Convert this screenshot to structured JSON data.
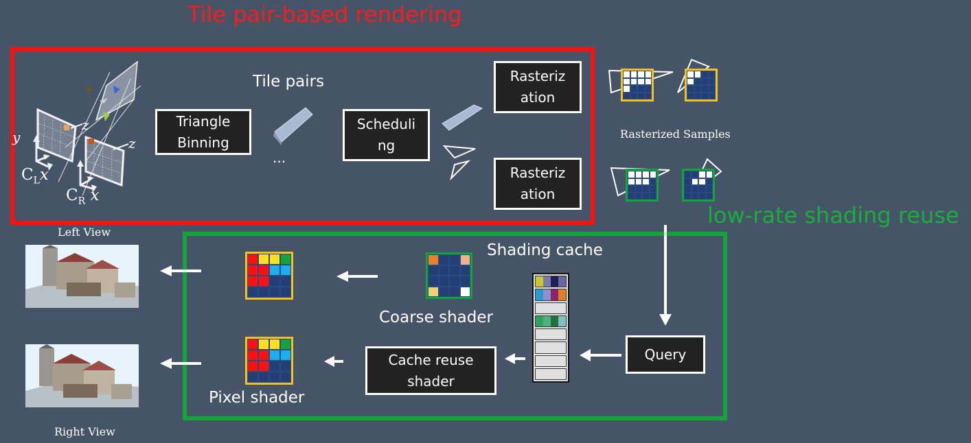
{
  "titles": {
    "tile_pair_rendering": "Tile pair-based rendering",
    "shading_reuse": "low-rate shading reuse"
  },
  "stage_a": {
    "tile_pairs": "Tile pairs",
    "triangle_binning": "Triangle Binning",
    "ellipsis": "...",
    "scheduling": "Scheduli ng",
    "rasterization_1": "Rasteriz ation",
    "rasterization_2": "Rasteriz ation"
  },
  "camera_labels": {
    "cl": "C",
    "cl_sub": "L",
    "cl_x": "x",
    "cr": "C",
    "cr_sub": "R",
    "cr_x": "x",
    "y": "y",
    "z1": "z",
    "z2": "z"
  },
  "samples": {
    "label": "Rasterized Samples"
  },
  "stage_b": {
    "shading_cache": "Shading cache",
    "coarse_shader": "Coarse shader",
    "cache_reuse_shader": "Cache reuse shader",
    "query": "Query",
    "pixel_shader": "Pixel shader"
  },
  "views": {
    "left": "Left View",
    "right": "Right View"
  },
  "colors": {
    "background": "#465468",
    "red_frame": "#ff1010",
    "green_frame": "#13a43b",
    "grid_blue": "#243f74",
    "tile_yellow": "#f4c21b",
    "tile_green": "#2aa04a"
  },
  "grids": {
    "output_left": [
      "#ff1010",
      "#ffe01a",
      "#ffe01a",
      "#13a43b",
      "#ff1010",
      "#ff1010",
      "#1ab0f0",
      "#1ab0f0",
      "#ff1010",
      "#ff1010",
      "#243f74",
      "#243f74",
      "#243f74",
      "#243f74",
      "#243f74",
      "#243f74"
    ],
    "output_right": [
      "#ff1010",
      "#ffe01a",
      "#ffe01a",
      "#13a43b",
      "#ff1010",
      "#ff1010",
      "#1ab0f0",
      "#1ab0f0",
      "#ff1010",
      "#ff1010",
      "#243f74",
      "#243f74",
      "#243f74",
      "#243f74",
      "#243f74",
      "#243f74"
    ],
    "coarse": [
      "#e8812a",
      "#243f74",
      "#243f74",
      "#f0b090",
      "#243f74",
      "#243f74",
      "#243f74",
      "#243f74",
      "#243f74",
      "#243f74",
      "#243f74",
      "#243f74",
      "#f0d070",
      "#243f74",
      "#243f74",
      "#ffffff"
    ],
    "sample_yellow_1": [
      "#ffffff",
      "#ffffff",
      "#ffffff",
      "#ffffff",
      "#ffffff",
      "#ffffff",
      "#ffffff",
      "#ffffff",
      "#ffffff",
      "#243f74",
      "#243f74",
      "#243f74",
      "#243f74",
      "#243f74",
      "#243f74",
      "#243f74"
    ],
    "sample_yellow_2": [
      "#ffffff",
      "#ffffff",
      "#243f74",
      "#243f74",
      "#ffffff",
      "#243f74",
      "#243f74",
      "#243f74",
      "#243f74",
      "#243f74",
      "#243f74",
      "#243f74",
      "#243f74",
      "#243f74",
      "#243f74",
      "#243f74"
    ],
    "sample_green_1": [
      "#ffffff",
      "#ffffff",
      "#ffffff",
      "#ffffff",
      "#ffffff",
      "#ffffff",
      "#ffffff",
      "#243f74",
      "#243f74",
      "#243f74",
      "#243f74",
      "#243f74",
      "#243f74",
      "#243f74",
      "#243f74",
      "#243f74"
    ],
    "sample_green_2": [
      "#243f74",
      "#243f74",
      "#ffffff",
      "#ffffff",
      "#243f74",
      "#ffffff",
      "#ffffff",
      "#243f74",
      "#243f74",
      "#243f74",
      "#243f74",
      "#243f74",
      "#243f74",
      "#243f74",
      "#243f74",
      "#243f74"
    ],
    "cache_rows": [
      [
        "#c8c830",
        "#7a7ab0",
        "#202050",
        "#6868a0"
      ],
      [
        "#2a9ad0",
        "#9090c8",
        "#902070",
        "#e08020"
      ],
      [
        "#e0e0e0"
      ],
      [
        "#30a060",
        "#50b080",
        "#207040",
        "#80c0c0"
      ],
      [
        "#e0e0e0"
      ],
      [
        "#e0e0e0"
      ],
      [
        "#e0e0e0"
      ],
      [
        "#e0e0e0"
      ]
    ]
  }
}
